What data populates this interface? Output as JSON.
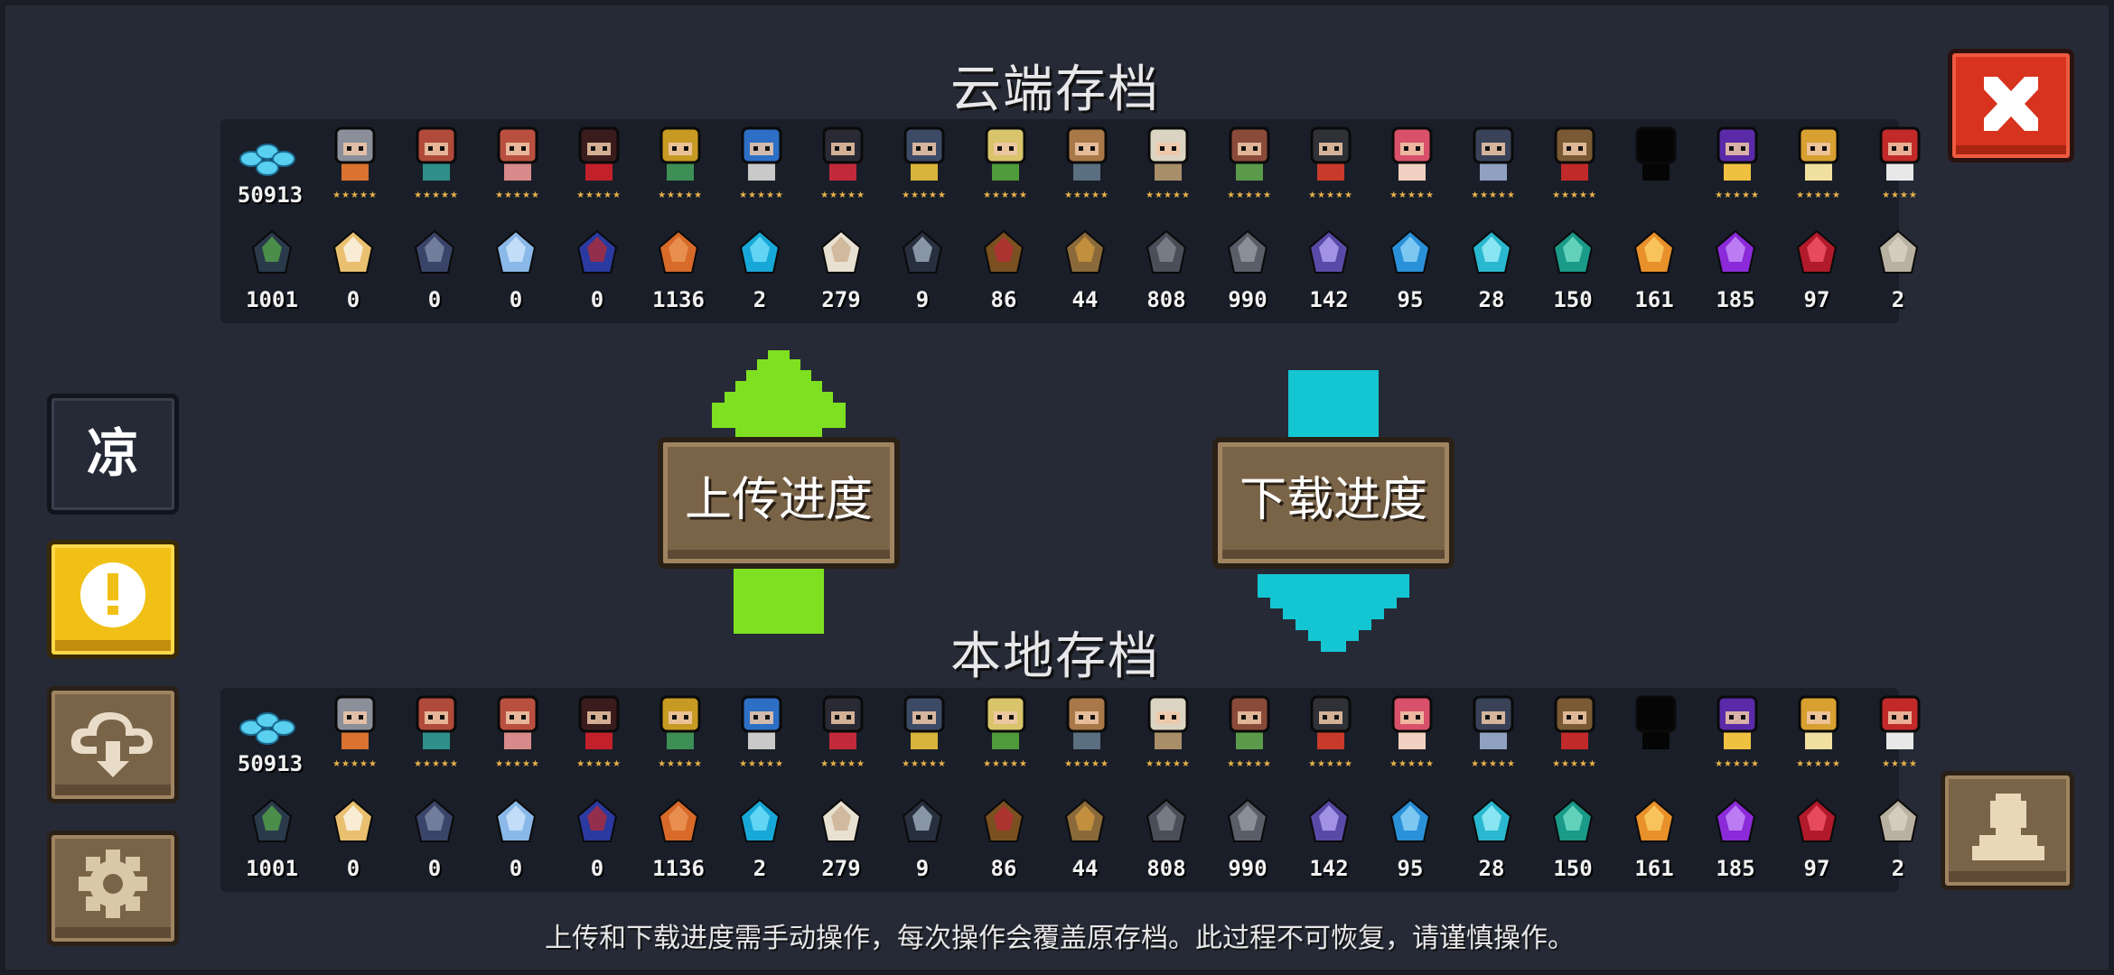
{
  "titles": {
    "cloud": "云端存档",
    "local": "本地存档"
  },
  "buttons": {
    "upload": "上传进度",
    "download": "下载进度"
  },
  "side": {
    "account_label": "凉"
  },
  "gem_count": "50913",
  "footer_text": "上传和下载进度需手动操作，每次操作会覆盖原存档。此过程不可恢复，请谨慎操作。",
  "characters": [
    {
      "name": "knight",
      "color": "#8a8f9a",
      "accent": "#d9732f",
      "stars": "★★★★★"
    },
    {
      "name": "rogue",
      "color": "#b04a3a",
      "accent": "#2f8f8a",
      "stars": "★★★★★"
    },
    {
      "name": "witch",
      "color": "#b9503f",
      "accent": "#d88a8a",
      "stars": "★★★★★"
    },
    {
      "name": "assassin",
      "color": "#3a1c1c",
      "accent": "#c2202a",
      "stars": "★★★★★"
    },
    {
      "name": "engineer",
      "color": "#c79a24",
      "accent": "#3d8f55",
      "stars": "★★★★★"
    },
    {
      "name": "paladin",
      "color": "#2d6fc5",
      "accent": "#c9c9c9",
      "stars": "★★★★★"
    },
    {
      "name": "vampire",
      "color": "#2a2a34",
      "accent": "#c22a3a",
      "stars": "★★★★★"
    },
    {
      "name": "priest",
      "color": "#3d4a66",
      "accent": "#d8b43a",
      "stars": "★★★★★"
    },
    {
      "name": "elf",
      "color": "#d8c46a",
      "accent": "#4f9a3a",
      "stars": "★★★★★"
    },
    {
      "name": "berserker",
      "color": "#a97848",
      "accent": "#5a6f80",
      "stars": "★★★★★"
    },
    {
      "name": "druid",
      "color": "#dcd4c2",
      "accent": "#a88f6a",
      "stars": "★★★★★"
    },
    {
      "name": "wizard",
      "color": "#8a4a3a",
      "accent": "#5a9a4a",
      "stars": "★★★★★"
    },
    {
      "name": "robot",
      "color": "#2f3136",
      "accent": "#c83a2a",
      "stars": "★★★★★"
    },
    {
      "name": "taoist",
      "color": "#d8506a",
      "accent": "#f0d0c0",
      "stars": "★★★★★"
    },
    {
      "name": "officer",
      "color": "#3a4258",
      "accent": "#8fa0c0",
      "stars": "★★★★★"
    },
    {
      "name": "alchemist",
      "color": "#7a5a34",
      "accent": "#c22a2a",
      "stars": "★★★★★"
    },
    {
      "name": "locked",
      "color": "#050505",
      "accent": "#050505",
      "stars": ""
    },
    {
      "name": "necromancer",
      "color": "#5a2aa8",
      "accent": "#f0c040",
      "stars": "★★★★★"
    },
    {
      "name": "airbender",
      "color": "#d8a030",
      "accent": "#f0e0a0",
      "stars": "★★★★★"
    },
    {
      "name": "partial",
      "color": "#c22a2a",
      "accent": "#e8e8e8",
      "stars": "★★★★"
    }
  ],
  "materials": [
    {
      "name": "battery",
      "color": "#2a3a4a",
      "accent": "#5ab04a",
      "count": "1001"
    },
    {
      "name": "holy-book",
      "color": "#e8c070",
      "accent": "#ffffff",
      "count": "0"
    },
    {
      "name": "dark-tome",
      "color": "#3a4468",
      "accent": "#8a94b0",
      "count": "0"
    },
    {
      "name": "ice-crystal",
      "color": "#8ab8e8",
      "accent": "#d8ecff",
      "count": "0"
    },
    {
      "name": "potion-set",
      "color": "#2a3aa0",
      "accent": "#c22a2a",
      "count": "0"
    },
    {
      "name": "ore",
      "color": "#d86a2a",
      "accent": "#f0a060",
      "count": "1136"
    },
    {
      "name": "energy-orb",
      "color": "#18a8d8",
      "accent": "#80e8ff",
      "count": "2"
    },
    {
      "name": "seed-bag",
      "color": "#e8e0d0",
      "accent": "#c8a888",
      "count": "279"
    },
    {
      "name": "feather-coin",
      "color": "#283040",
      "accent": "#b0c0d0",
      "count": "9"
    },
    {
      "name": "horn",
      "color": "#7a5020",
      "accent": "#c22a3a",
      "count": "86"
    },
    {
      "name": "wood",
      "color": "#8a6a3a",
      "accent": "#d8a040",
      "count": "44"
    },
    {
      "name": "gear",
      "color": "#4a4e58",
      "accent": "#8a8e98",
      "count": "808"
    },
    {
      "name": "iron",
      "color": "#5a5e68",
      "accent": "#a0a4ae",
      "count": "990"
    },
    {
      "name": "purple-star",
      "color": "#5a4aa8",
      "accent": "#c0b0ff",
      "count": "142"
    },
    {
      "name": "blue-crystal",
      "color": "#2a90d8",
      "accent": "#a0e0ff",
      "count": "95"
    },
    {
      "name": "cyan-crystal",
      "color": "#2ab8d0",
      "accent": "#b0f8ff",
      "count": "28"
    },
    {
      "name": "teal-crystal",
      "color": "#1a9a88",
      "accent": "#80e8d0",
      "count": "150"
    },
    {
      "name": "gold-crystal",
      "color": "#e8902a",
      "accent": "#ffd870",
      "count": "161"
    },
    {
      "name": "violet-crystal",
      "color": "#8a2ad8",
      "accent": "#d0a0ff",
      "count": "185"
    },
    {
      "name": "red-crystal",
      "color": "#b01a2a",
      "accent": "#ff6070",
      "count": "97"
    },
    {
      "name": "tombstone",
      "color": "#b8b0a0",
      "accent": "#e0d8c8",
      "count": "2"
    }
  ]
}
